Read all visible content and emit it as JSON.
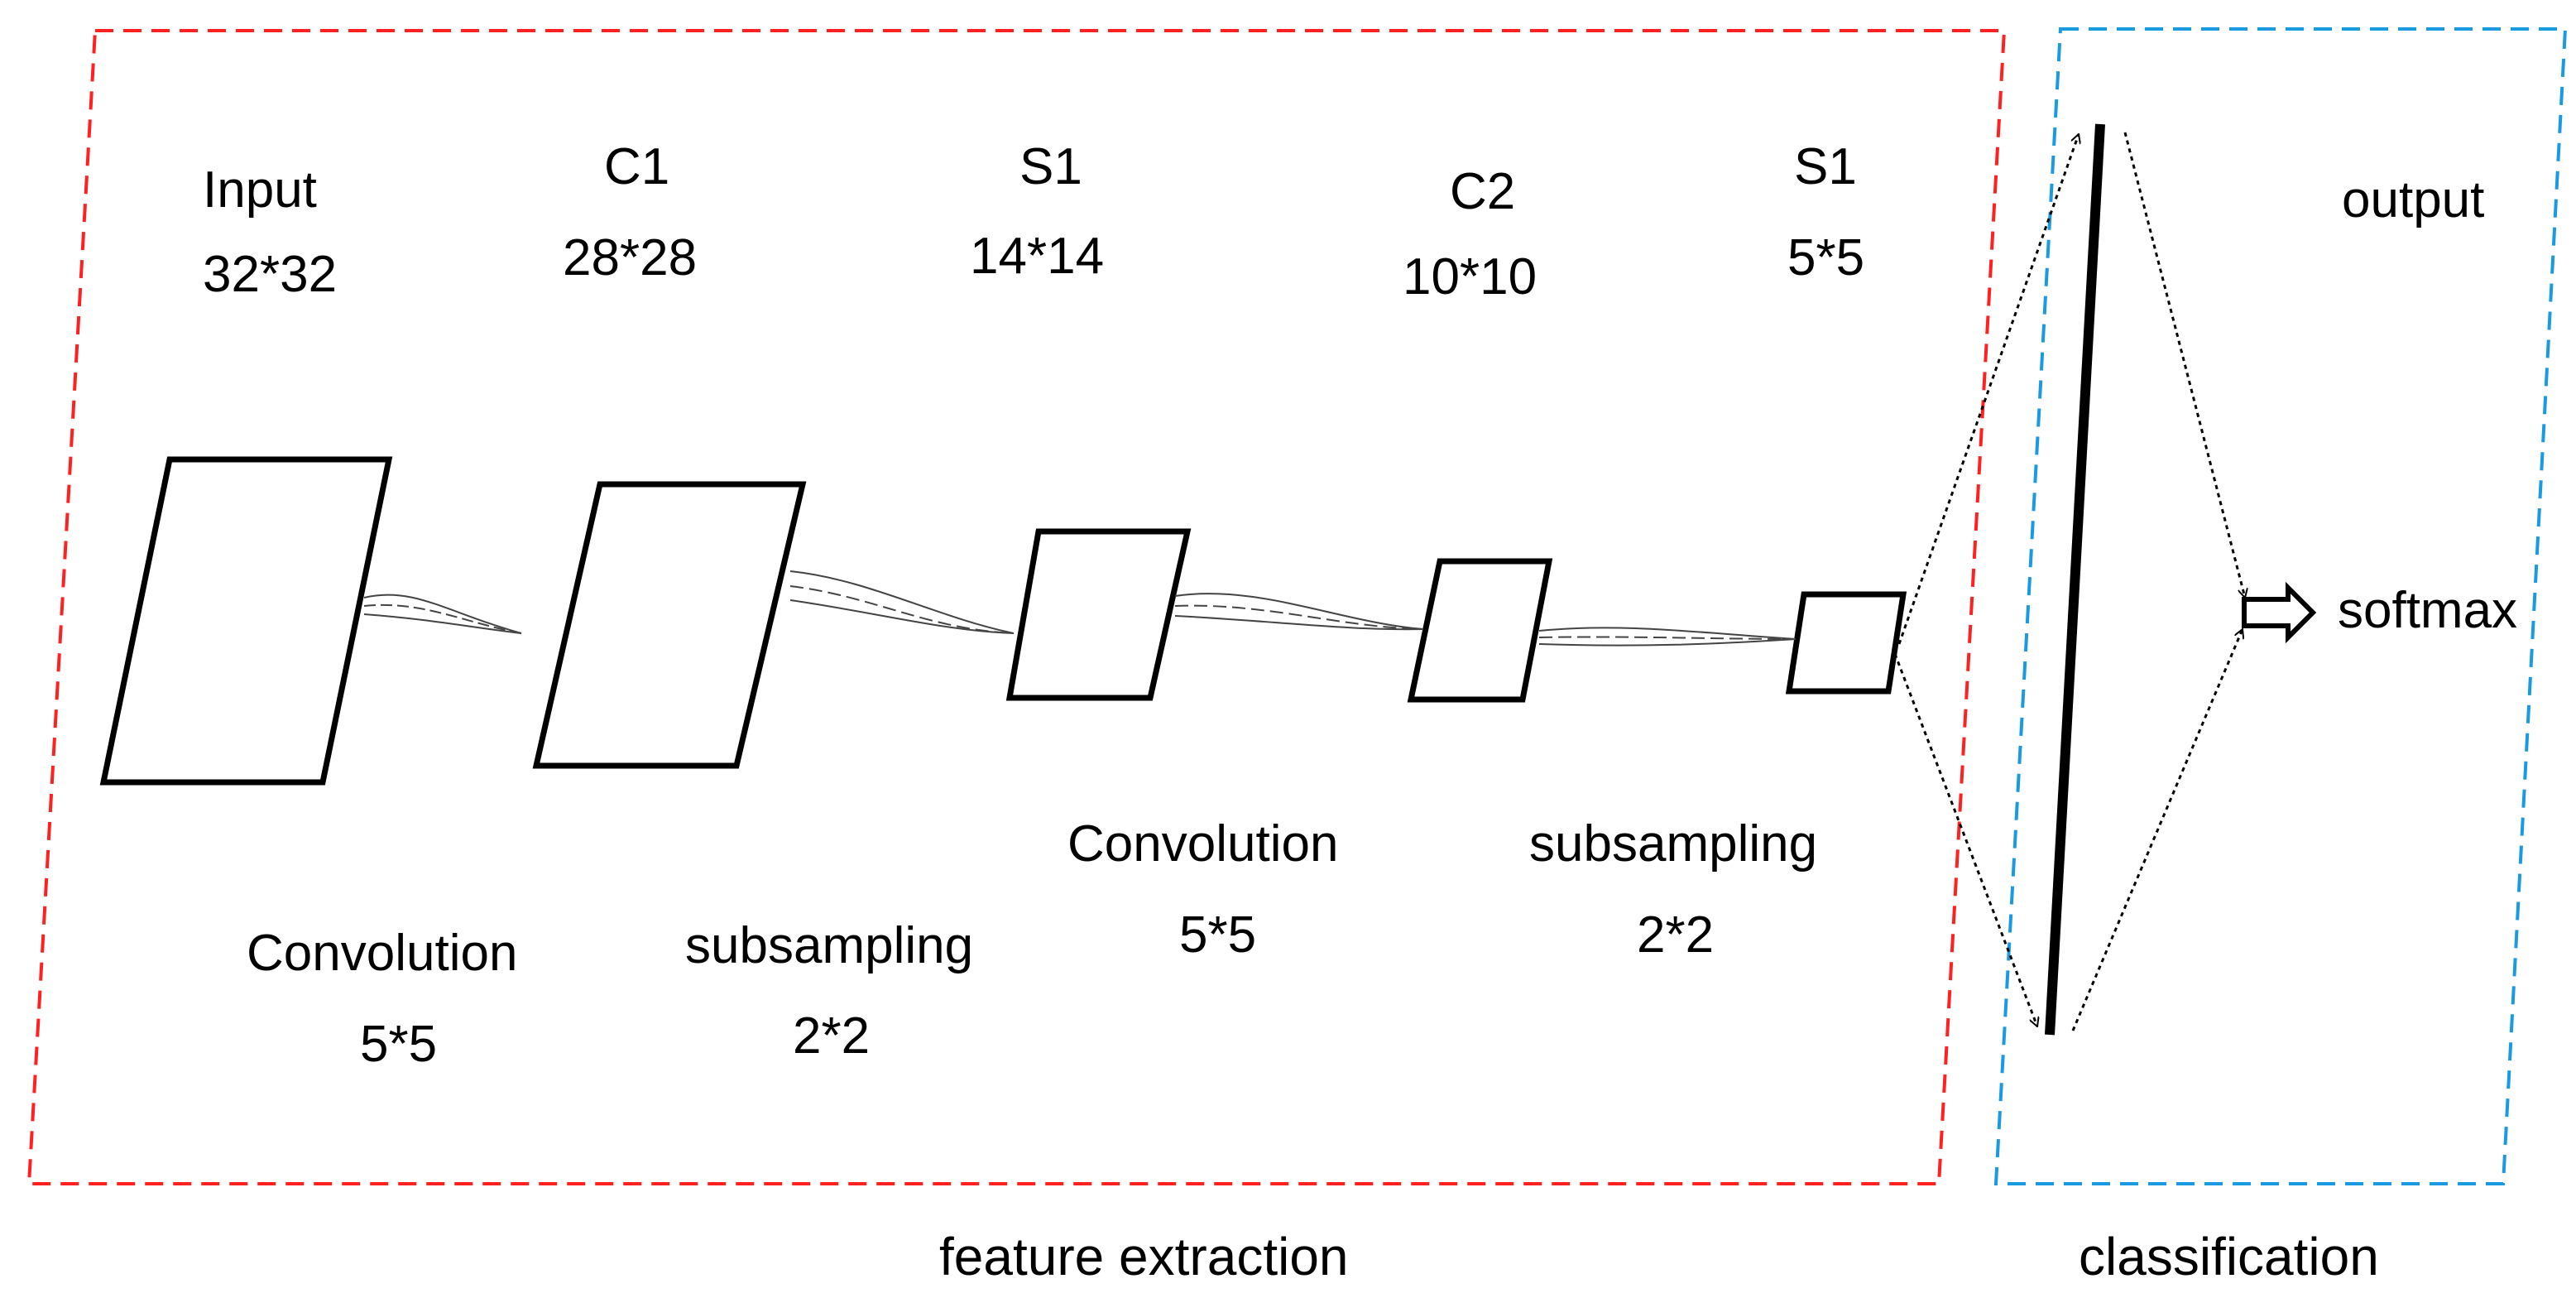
{
  "colors": {
    "feature_box": "#ff2020",
    "classification_box": "#1a9ae0",
    "ink": "#000000"
  },
  "layers": [
    {
      "name": "Input",
      "size": "32*32"
    },
    {
      "name": "C1",
      "size": "28*28"
    },
    {
      "name": "S1",
      "size": "14*14"
    },
    {
      "name": "C2",
      "size": "10*10"
    },
    {
      "name": "S1",
      "size": "5*5"
    }
  ],
  "operations": [
    {
      "name": "Convolution",
      "kernel": "5*5"
    },
    {
      "name": "subsampling",
      "kernel": "2*2"
    },
    {
      "name": "Convolution",
      "kernel": "5*5"
    },
    {
      "name": "subsampling",
      "kernel": "2*2"
    }
  ],
  "output": {
    "label": "output",
    "softmax": "softmax"
  },
  "sections": {
    "feature": "feature extraction",
    "classification": "classification"
  }
}
